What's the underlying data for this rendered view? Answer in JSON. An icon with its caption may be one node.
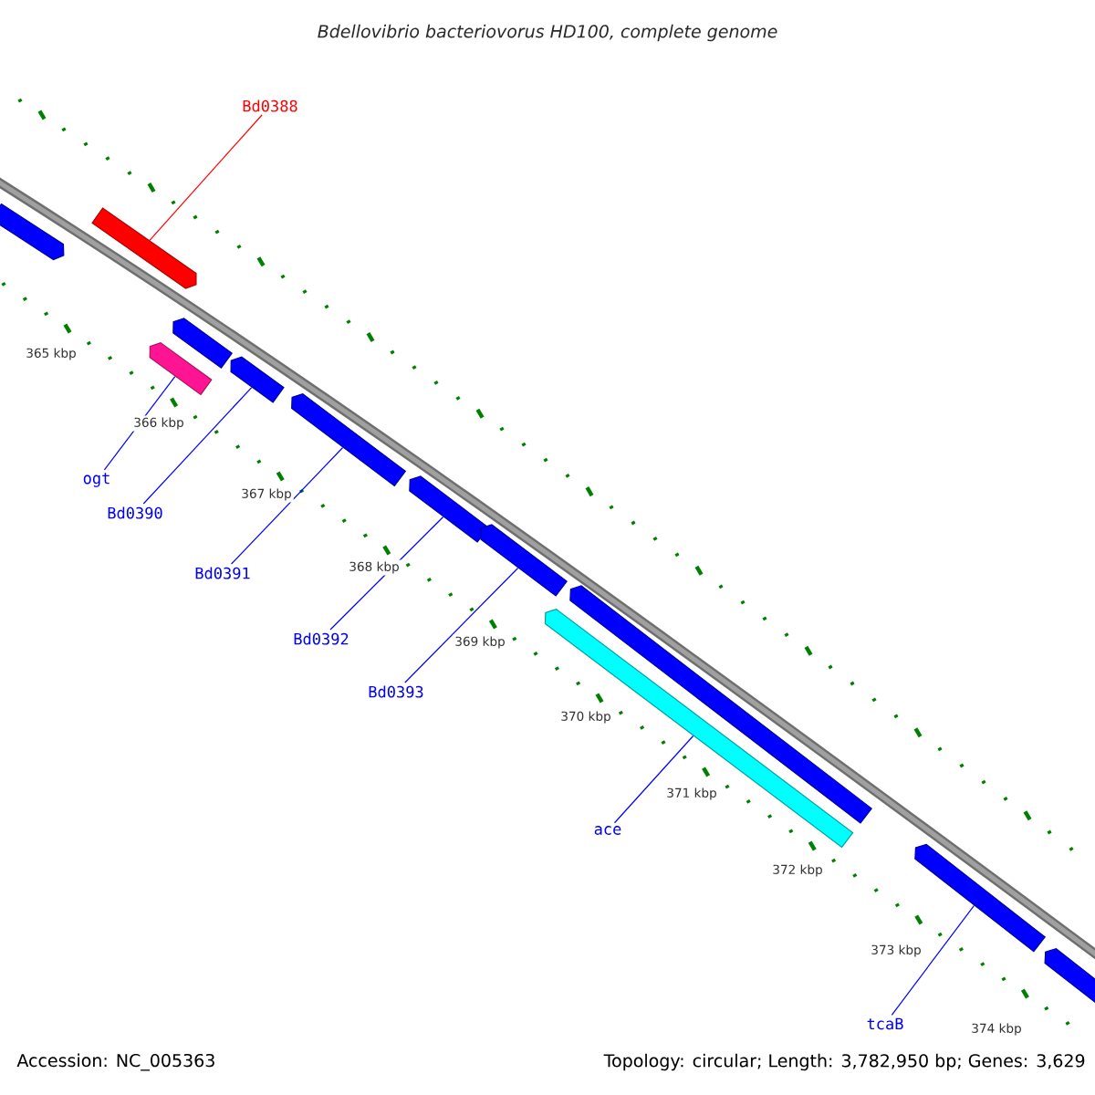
{
  "diagram": {
    "title": "Bdellovibrio bacteriovorus HD100, complete genome",
    "nodes": [
      {
        "text": [],
        "shape": "bar"
      },
      {
        "text": [],
        "shape": "bar"
      },
      {
        "text": [],
        "shape": "bar"
      },
      {
        "text": [],
        "shape": "bar"
      },
      {
        "text": [],
        "shape": "bar"
      },
      {
        "text": [],
        "shape": "bar"
      },
      {
        "text": [],
        "shape": "bar"
      },
      {
        "text": [],
        "shape": "bar"
      },
      {
        "text": [],
        "shape": "bar"
      },
      {
        "text": [],
        "shape": "bar"
      },
      {
        "text": [],
        "shape": "bar"
      },
      {
        "text": [],
        "shape": "bar"
      },
      {
        "text": [
          "Bd0388"
        ]
      },
      {
        "text": [
          "ogt"
        ]
      },
      {
        "text": [
          "Bd0390"
        ]
      },
      {
        "text": [
          "Bd0391"
        ]
      },
      {
        "text": [
          "Bd0392"
        ]
      },
      {
        "text": [
          "Bd0393"
        ]
      },
      {
        "text": [
          "ace"
        ]
      },
      {
        "text": [
          "tcaB"
        ]
      }
    ],
    "edges": [
      {
        "from": 12,
        "to": 1,
        "arrow": "none",
        "color": "#ff0000"
      },
      {
        "from": 13,
        "to": 3,
        "arrow": "none"
      },
      {
        "from": 14,
        "to": 4,
        "arrow": "none"
      },
      {
        "from": 15,
        "to": 5,
        "arrow": "none"
      },
      {
        "from": 16,
        "to": 6,
        "arrow": "none"
      },
      {
        "from": 17,
        "to": 7,
        "arrow": "none"
      },
      {
        "from": 18,
        "to": 9,
        "arrow": "none"
      },
      {
        "from": 19,
        "to": 10,
        "arrow": "none"
      }
    ],
    "labels": [
      "365 kbp",
      "366 kbp",
      "367 kbp",
      "368 kbp",
      "369 kbp",
      "370 kbp",
      "371 kbp",
      "372 kbp",
      "373 kbp",
      "374 kbp",
      "Accession: NC_005363",
      "Topology: circular; Length: 3,782,950 bp; Genes: 3,629"
    ]
  }
}
